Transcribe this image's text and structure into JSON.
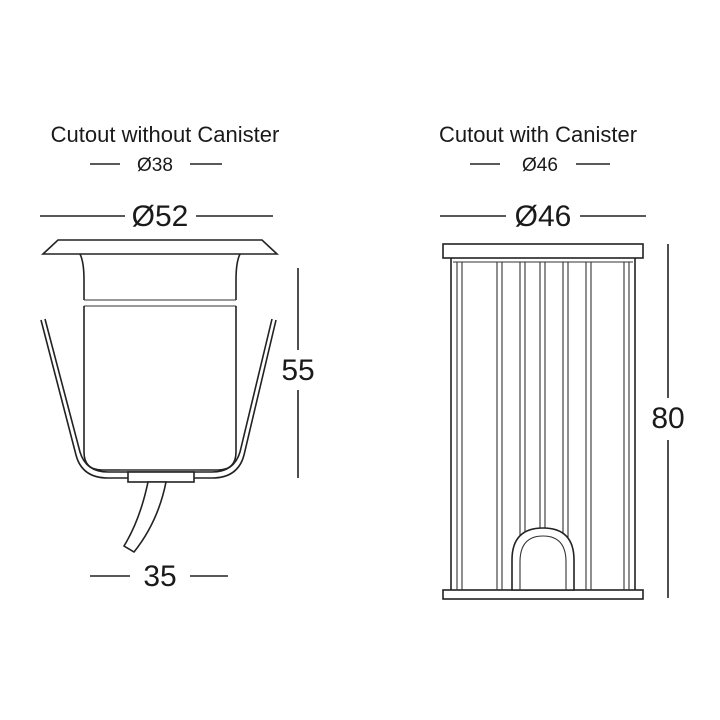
{
  "left_view": {
    "title": "Cutout without Canister",
    "cutout": "Ø38",
    "top_diameter": "Ø52",
    "height": "55",
    "base_width": "35"
  },
  "right_view": {
    "title": "Cutout with Canister",
    "cutout": "Ø46",
    "top_diameter": "Ø46",
    "height": "80"
  }
}
